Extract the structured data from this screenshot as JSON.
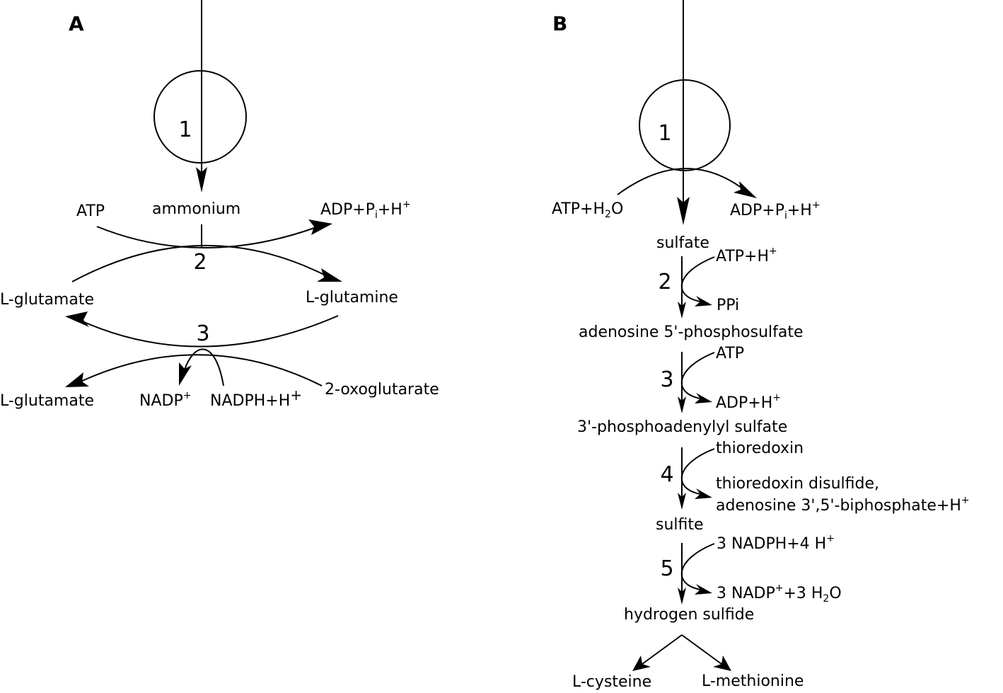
{
  "panels": {
    "a": {
      "label": "A",
      "step1": "1",
      "step2": "2",
      "step3": "3",
      "atp": "ATP",
      "ammonium": "ammonium",
      "adp_pi_h": {
        "base": "ADP+P",
        "sub": "i",
        "rest": "+H",
        "sup": "+"
      },
      "l_glutamate_1": "L-glutamate",
      "l_glutamine": "L-glutamine",
      "l_glutamate_2": "L-glutamate",
      "nadp": {
        "base": "NADP",
        "sup": "+"
      },
      "nadph_h": {
        "base": "NADPH+H",
        "sup": "+"
      },
      "oxoglutarate": "2-oxoglutarate"
    },
    "b": {
      "label": "B",
      "step1": "1",
      "step2": "2",
      "step3": "3",
      "step4": "4",
      "step5": "5",
      "atp_h2o": {
        "base": "ATP+H",
        "sub": "2",
        "rest": "O"
      },
      "adp_pi_h": {
        "base": "ADP+P",
        "sub": "i",
        "rest": "+H",
        "sup": "+"
      },
      "sulfate": "sulfate",
      "atp_h": {
        "base": "ATP+H",
        "sup": "+"
      },
      "ppi": "PPi",
      "aps": "adenosine 5'-phosphosulfate",
      "atp": "ATP",
      "adp_h": {
        "base": "ADP+H",
        "sup": "+"
      },
      "paps": "3'-phosphoadenylyl sulfate",
      "thioredoxin": "thioredoxin",
      "thioredoxin_disulfide": "thioredoxin disulfide,",
      "biphosphate": {
        "base": "adenosine 3',5'-biphosphate+H",
        "sup": "+"
      },
      "sulfite": "sulfite",
      "nadph": {
        "base": "3 NADPH+4 H",
        "sup": "+"
      },
      "nadp_h2o": {
        "base": "3 NADP",
        "sup": "+",
        "mid": "+3 H",
        "sub": "2",
        "rest": "O"
      },
      "hydrogen_sulfide": "hydrogen sulfide",
      "l_cysteine": "L-cysteine",
      "l_methionine": "L-methionine"
    }
  }
}
